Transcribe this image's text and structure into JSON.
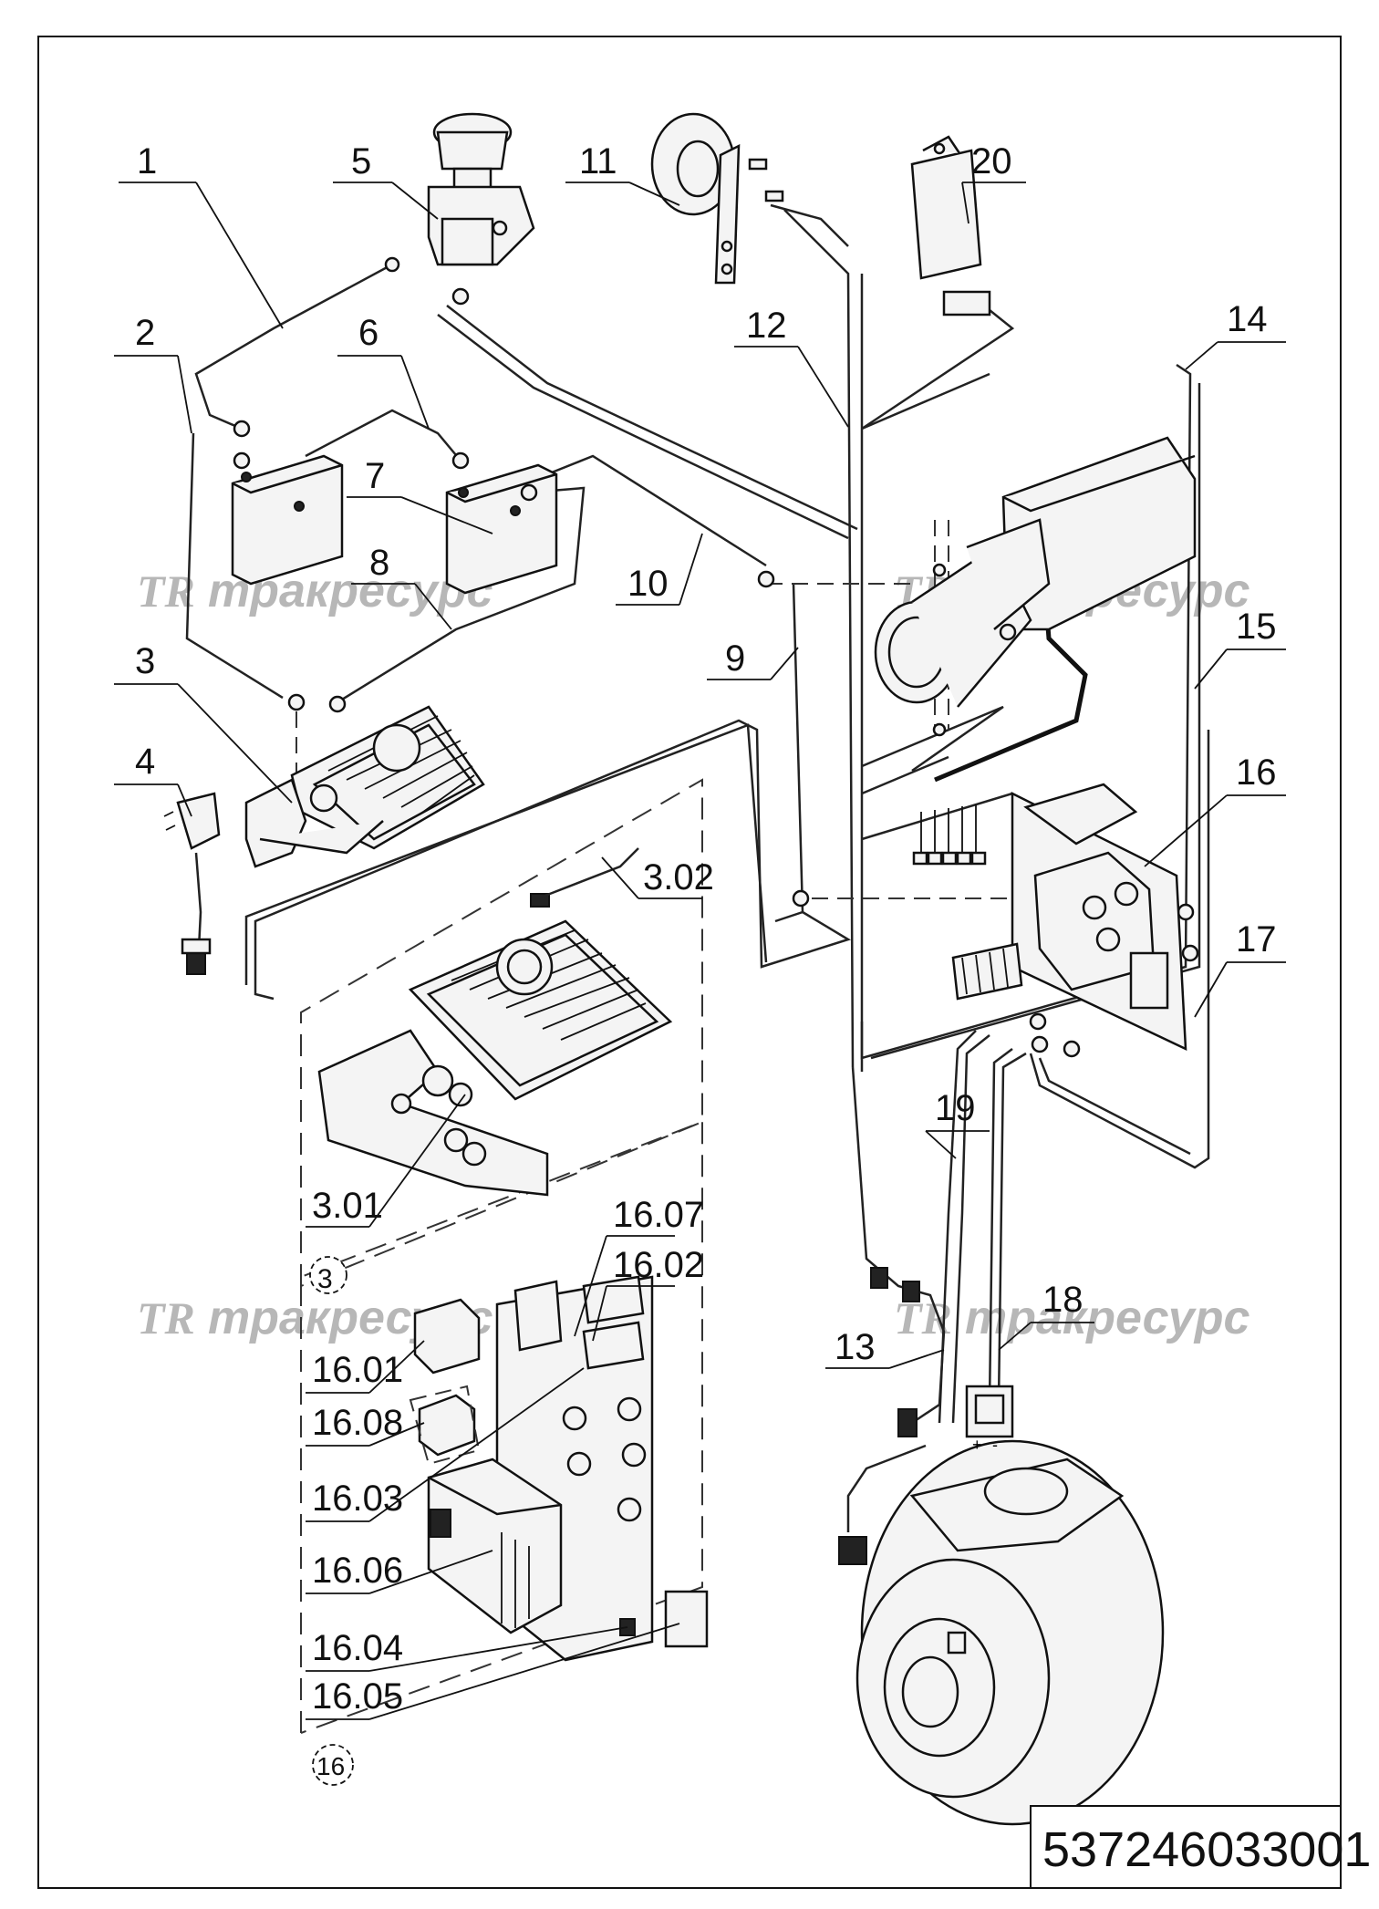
{
  "drawing_number": "537246033001",
  "watermark": {
    "logo": "TR",
    "text": "тракресурс"
  },
  "callouts": [
    "1",
    "2",
    "3",
    "4",
    "5",
    "6",
    "7",
    "8",
    "9",
    "10",
    "11",
    "12",
    "13",
    "14",
    "15",
    "16",
    "17",
    "18",
    "19",
    "20",
    "3.01",
    "3.02",
    "16.01",
    "16.02",
    "16.03",
    "16.04",
    "16.05",
    "16.06",
    "16.07",
    "16.08"
  ],
  "group_marks": [
    "3",
    "16"
  ],
  "terminal_marks": [
    "+",
    "-"
  ]
}
